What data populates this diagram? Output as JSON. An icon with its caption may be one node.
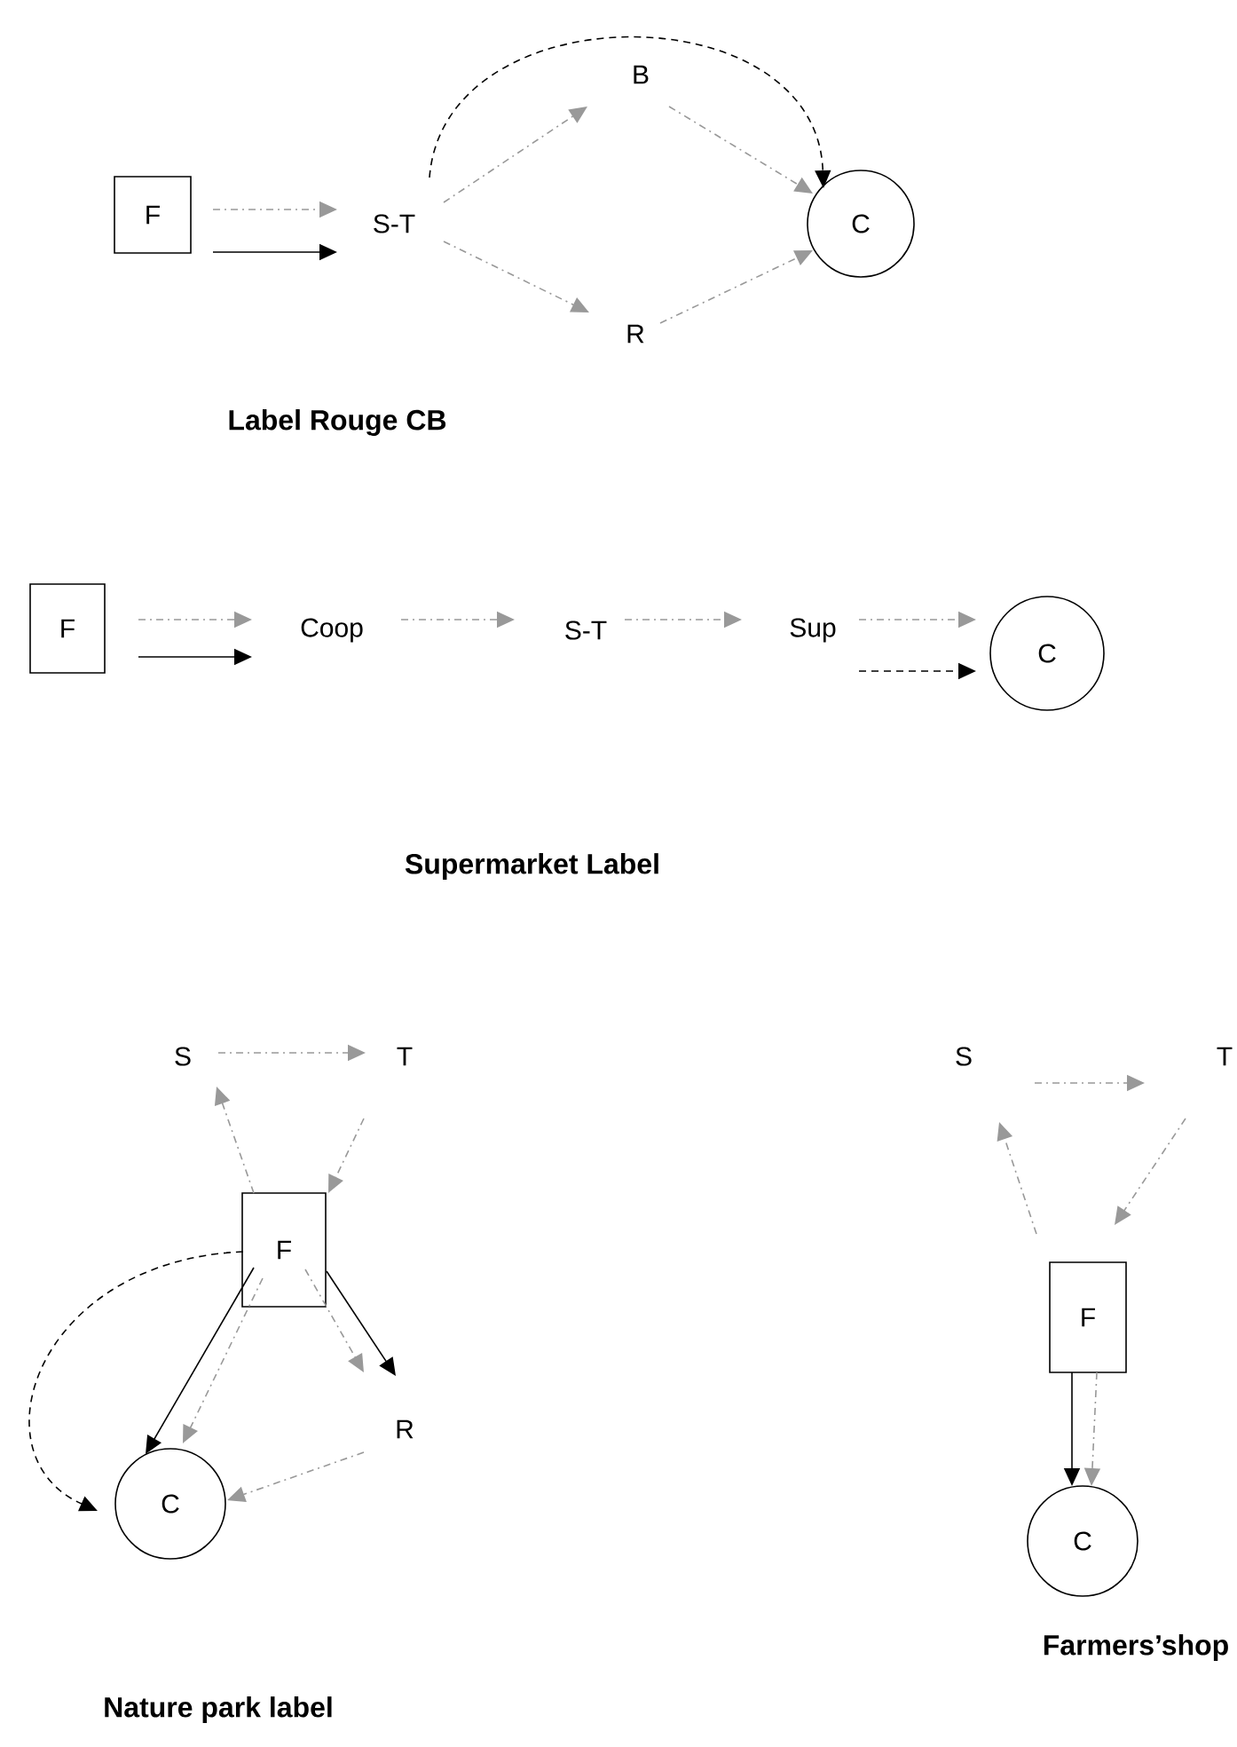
{
  "diagram": {
    "nodes": [
      {
        "text": [
          "F"
        ]
      },
      {
        "text": [
          "S-T"
        ]
      },
      {
        "text": [
          "B"
        ]
      },
      {
        "text": [
          "R"
        ]
      },
      {
        "text": [
          "C"
        ]
      },
      {
        "text": [
          "F"
        ]
      },
      {
        "text": [
          "Coop"
        ]
      },
      {
        "text": [
          "S-T"
        ]
      },
      {
        "text": [
          "Sup"
        ]
      },
      {
        "text": [
          "C"
        ]
      },
      {
        "text": [
          "S"
        ]
      },
      {
        "text": [
          "T"
        ]
      },
      {
        "text": [
          "F"
        ]
      },
      {
        "text": [
          "R"
        ]
      },
      {
        "text": [
          "C"
        ]
      },
      {
        "text": [
          "S"
        ]
      },
      {
        "text": [
          "T"
        ]
      },
      {
        "text": [
          "F"
        ]
      },
      {
        "text": [
          "C"
        ]
      }
    ],
    "edges": [
      {
        "from": 0,
        "to": 1,
        "arrow": "to",
        "style": "dashed"
      },
      {
        "from": 0,
        "to": 1,
        "arrow": "to",
        "color": "#000000"
      },
      {
        "from": 1,
        "to": 2,
        "arrow": "to",
        "style": "dashed"
      },
      {
        "from": 1,
        "to": 3,
        "arrow": "to",
        "style": "dashed"
      },
      {
        "from": 2,
        "to": 4,
        "arrow": "to",
        "style": "dashed"
      },
      {
        "from": 3,
        "to": 4,
        "arrow": "to",
        "style": "dashed"
      },
      {
        "from": 1,
        "to": 4,
        "arrow": "to",
        "style": "dashed",
        "color": "#000000"
      },
      {
        "from": 5,
        "to": 6,
        "arrow": "to",
        "style": "dashed"
      },
      {
        "from": 5,
        "to": 6,
        "arrow": "to",
        "color": "#000000"
      },
      {
        "from": 6,
        "to": 7,
        "arrow": "to",
        "style": "dashed"
      },
      {
        "from": 7,
        "to": 8,
        "arrow": "to",
        "style": "dashed"
      },
      {
        "from": 8,
        "to": 9,
        "arrow": "to",
        "style": "dashed"
      },
      {
        "from": 8,
        "to": 9,
        "arrow": "to",
        "style": "dashed",
        "color": "#000000"
      },
      {
        "from": 10,
        "to": 11,
        "arrow": "to",
        "style": "dashed"
      },
      {
        "from": 12,
        "to": 10,
        "arrow": "to",
        "style": "dashed"
      },
      {
        "from": 11,
        "to": 12,
        "arrow": "to",
        "style": "dashed"
      },
      {
        "from": 12,
        "to": 14,
        "arrow": "to",
        "color": "#000000"
      },
      {
        "from": 12,
        "to": 14,
        "arrow": "to",
        "style": "dashed"
      },
      {
        "from": 12,
        "to": 13,
        "arrow": "to",
        "color": "#000000"
      },
      {
        "from": 12,
        "to": 13,
        "arrow": "to",
        "style": "dashed"
      },
      {
        "from": 13,
        "to": 14,
        "arrow": "to",
        "style": "dashed"
      },
      {
        "from": 12,
        "to": 14,
        "arrow": "to",
        "style": "dashed",
        "color": "#000000"
      },
      {
        "from": 15,
        "to": 16,
        "arrow": "to",
        "style": "dashed"
      },
      {
        "from": 17,
        "to": 15,
        "arrow": "to",
        "style": "dashed"
      },
      {
        "from": 16,
        "to": 17,
        "arrow": "to",
        "style": "dashed"
      },
      {
        "from": 17,
        "to": 18,
        "arrow": "to",
        "color": "#000000"
      },
      {
        "from": 17,
        "to": 18,
        "arrow": "to",
        "style": "dashed"
      }
    ],
    "labels": [
      "Label Rouge CB",
      "Supermarket Label",
      "Nature park label",
      "Farmers’shop"
    ]
  }
}
